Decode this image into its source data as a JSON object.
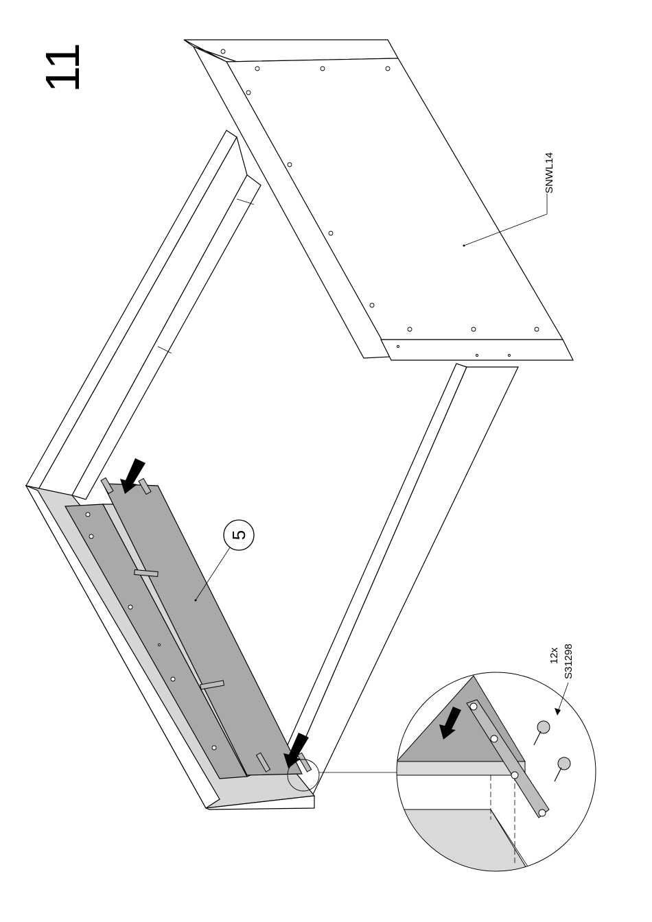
{
  "step": {
    "number": "11"
  },
  "parts": {
    "panel_label": "SNWL14",
    "part_number": "5"
  },
  "hardware": {
    "quantity": "12x",
    "code": "S31298"
  }
}
